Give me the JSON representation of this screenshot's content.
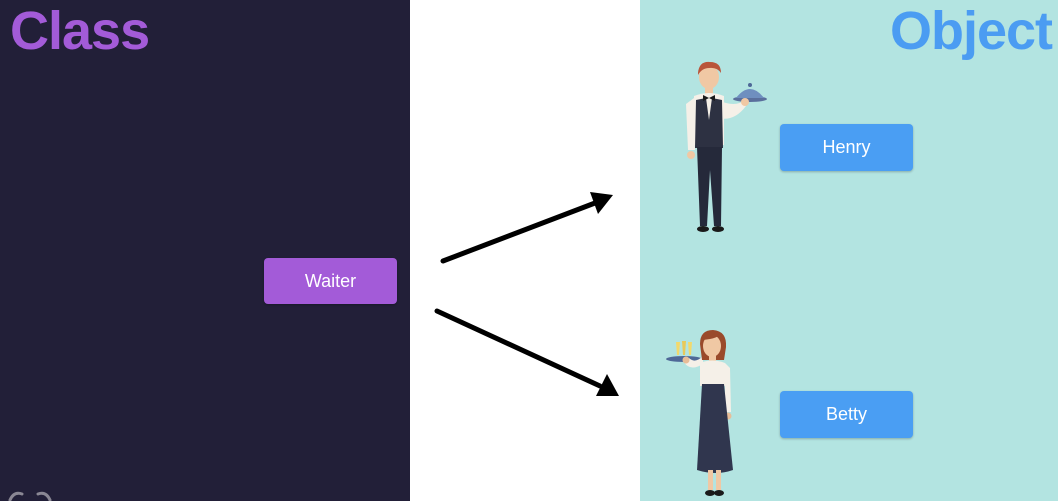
{
  "titles": {
    "left": "Class",
    "right": "Object"
  },
  "class_box": {
    "label": "Waiter",
    "color": "#a35bd8"
  },
  "objects": [
    {
      "label": "Henry",
      "color": "#4a9ef3"
    },
    {
      "label": "Betty",
      "color": "#4a9ef3"
    }
  ],
  "colors": {
    "left_background": "#221f38",
    "middle_background": "#ffffff",
    "right_background": "#b3e4e1",
    "arrow": "#000000"
  },
  "icons": [
    "waiter-figure-icon",
    "waitress-figure-icon",
    "cloche-icon",
    "drinks-tray-icon",
    "arrow-icon"
  ]
}
